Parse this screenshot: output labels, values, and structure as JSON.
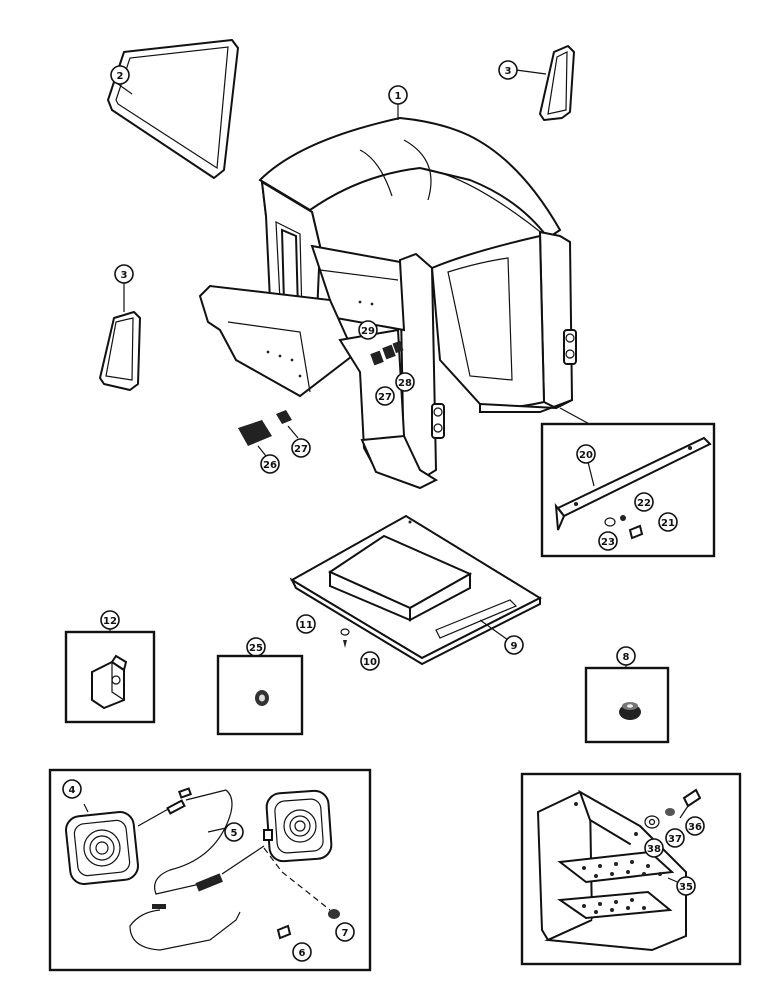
{
  "callouts": {
    "c1": "1",
    "c2": "2",
    "c3a": "3",
    "c3b": "3",
    "c4": "4",
    "c5": "5",
    "c6": "6",
    "c7": "7",
    "c8": "8",
    "c9": "9",
    "c10": "10",
    "c11": "11",
    "c12": "12",
    "c20": "20",
    "c21": "21",
    "c22": "22",
    "c23": "23",
    "c25": "25",
    "c26": "26",
    "c27a": "27",
    "c27b": "27",
    "c28": "28",
    "c29": "29",
    "c35": "35",
    "c36": "36",
    "c37": "37",
    "c38": "38"
  }
}
